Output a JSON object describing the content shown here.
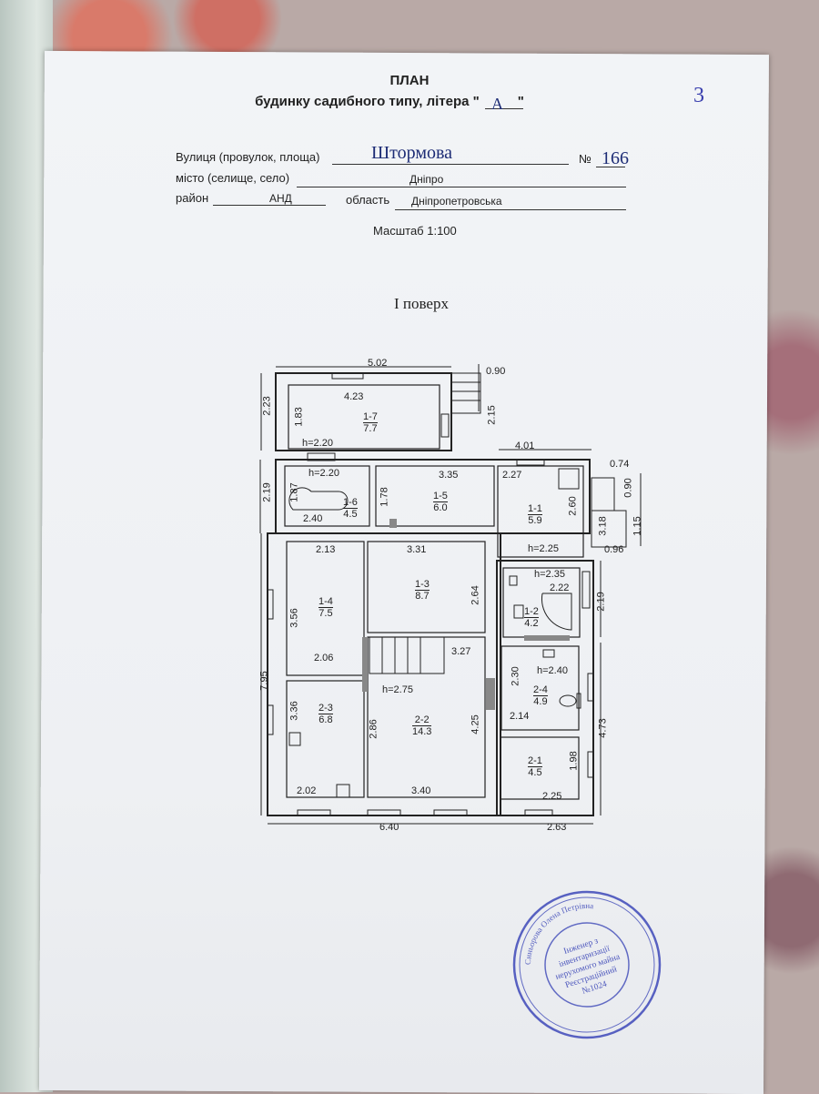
{
  "header": {
    "title": "ПЛАН",
    "subtitle": "будинку садибного типу, літера \"",
    "subtitle_end": "\"",
    "litera": "А",
    "page_mark": "3"
  },
  "address": {
    "street_label": "Вулиця (провулок, площа)",
    "street_value": "Штормова",
    "number_label": "№",
    "number_value": "166",
    "city_label": "місто (селище, село)",
    "city_value": "Дніпро",
    "district_label": "район",
    "district_value": "АНД",
    "region_label": "область",
    "region_value": "Дніпропетровська"
  },
  "scale": "Масштаб 1:100",
  "floor_title": "I  поверх",
  "rooms": [
    {
      "id": "1-7",
      "area": "7.7"
    },
    {
      "id": "1-6",
      "area": "4.5"
    },
    {
      "id": "1-5",
      "area": "6.0"
    },
    {
      "id": "1-1",
      "area": "5.9"
    },
    {
      "id": "1-4",
      "area": "7.5"
    },
    {
      "id": "1-3",
      "area": "8.7"
    },
    {
      "id": "1-2",
      "area": "4.2"
    },
    {
      "id": "2-4",
      "area": "4.9"
    },
    {
      "id": "2-3",
      "area": "6.8"
    },
    {
      "id": "2-2",
      "area": "14.3"
    },
    {
      "id": "2-1",
      "area": "4.5"
    }
  ],
  "heights": [
    "h=2.20",
    "h=2.20",
    "h=2.25",
    "h=2.35",
    "h=2.75",
    "h=2.40"
  ],
  "dimensions": [
    "5.02",
    "0.90",
    "4.23",
    "2.23",
    "1.83",
    "2.15",
    "4.01",
    "0.74",
    "2.19",
    "1.87",
    "1.78",
    "3.35",
    "2.27",
    "2.60",
    "0.90",
    "3.18",
    "1.15",
    "0.96",
    "2.40",
    "2.13",
    "3.31",
    "2.64",
    "2.22",
    "2.19",
    "3.56",
    "2.06",
    "3.27",
    "2.30",
    "7.95",
    "3.36",
    "2.86",
    "4.25",
    "2.14",
    "4.73",
    "1.98",
    "2.02",
    "3.40",
    "2.25",
    "6.40",
    "2.63"
  ],
  "stamp": {
    "line1": "Інженер з",
    "line2": "інвентаризації",
    "line3": "нерухомого майна",
    "line4": "Реєстраційний",
    "line5": "№1024",
    "ring_text": "Синьорова Олена Петрівна"
  }
}
